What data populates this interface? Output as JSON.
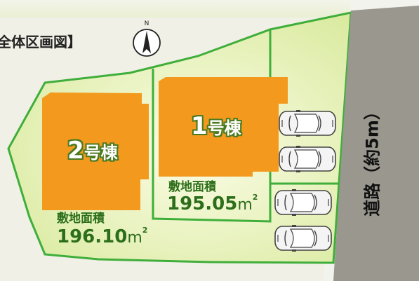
{
  "page_title": "全体区画図】",
  "compass": {
    "direction_letter": "N",
    "icon": "north-arrow-icon"
  },
  "lots": [
    {
      "building": {
        "number": "1",
        "suffix": "号棟"
      },
      "area_label": "敷地面積",
      "area_value": "195.05",
      "area_unit": "m",
      "area_unit_sup": "2"
    },
    {
      "building": {
        "number": "2",
        "suffix": "号棟"
      },
      "area_label": "敷地面積",
      "area_value": "196.10",
      "area_unit": "m",
      "area_unit_sup": "2"
    }
  ],
  "road_label": "道路（約5m）",
  "parking": {
    "car_count": 4,
    "icon": "car-icon"
  },
  "colors": {
    "building": "#f39a1e",
    "lot_border": "#3fae3a",
    "lot_fill": "#e4efb9",
    "road": "#9a978f",
    "background": "#f0f0e6"
  }
}
